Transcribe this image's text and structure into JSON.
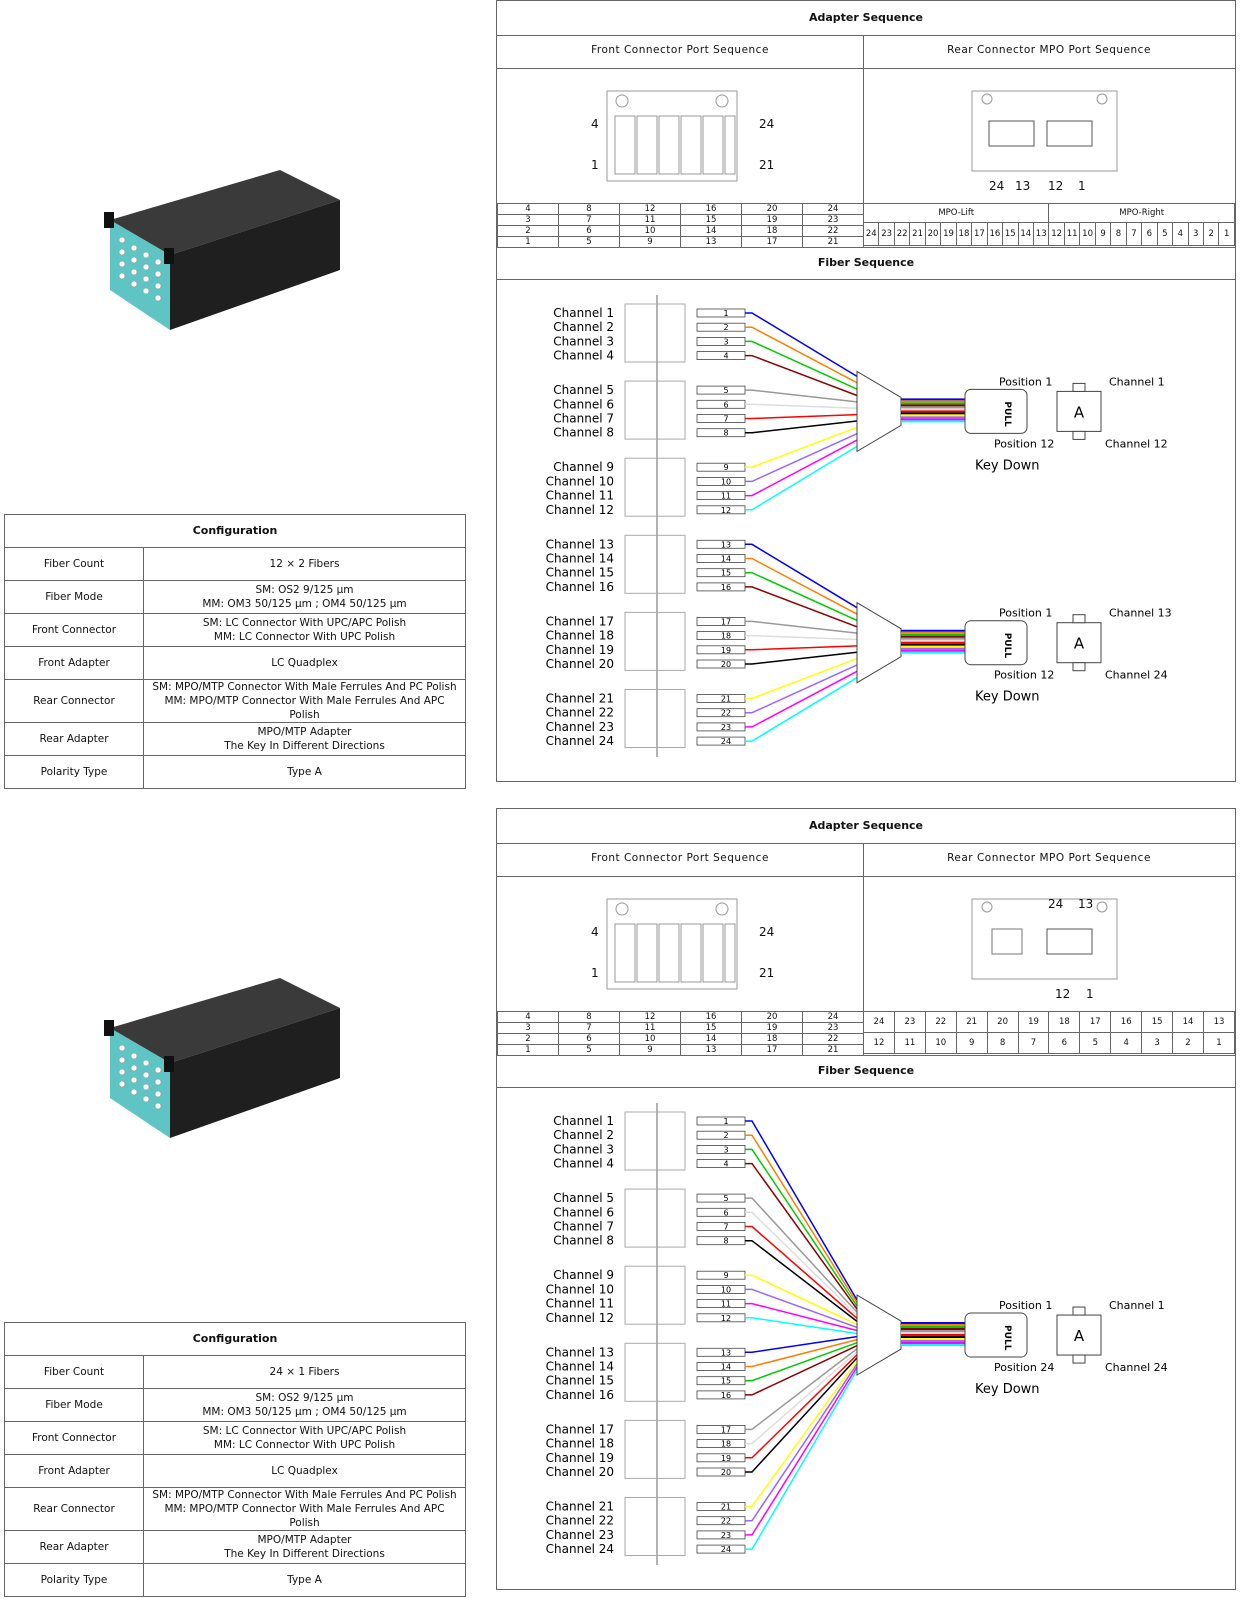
{
  "sections": [
    {
      "config": {
        "title": "Configuration",
        "rows": [
          {
            "key": "Fiber Count",
            "lines": [
              "12 × 2 Fibers"
            ]
          },
          {
            "key": "Fiber Mode",
            "lines": [
              "SM: OS2 9/125 μm",
              "MM: OM3 50/125 μm ; OM4 50/125 μm"
            ]
          },
          {
            "key": "Front Connector",
            "lines": [
              "SM: LC Connector With UPC/APC Polish",
              "MM: LC Connector With UPC Polish"
            ]
          },
          {
            "key": "Front Adapter",
            "lines": [
              "LC Quadplex"
            ]
          },
          {
            "key": "Rear Connector",
            "lines": [
              "SM: MPO/MTP Connector With Male Ferrules And  PC Polish",
              "MM: MPO/MTP Connector With Male Ferrules And  APC Polish"
            ]
          },
          {
            "key": "Rear Adapter",
            "lines": [
              "MPO/MTP Adapter",
              "The Key In Different Directions"
            ]
          },
          {
            "key": "Polarity Type",
            "lines": [
              "Type A"
            ]
          }
        ]
      },
      "adapter": {
        "title": "Adapter Sequence",
        "front_title": "Front  Connector  Port  Sequence",
        "rear_title": "Rear  Connector  MPO  Port  Sequence",
        "front_labels": [
          "4",
          "24",
          "1",
          "21"
        ],
        "rear_labels": [
          "24",
          "13",
          "12",
          "1"
        ],
        "front_rows": [
          [
            "4",
            "8",
            "12",
            "16",
            "20",
            "24"
          ],
          [
            "3",
            "7",
            "11",
            "15",
            "19",
            "23"
          ],
          [
            "2",
            "6",
            "10",
            "14",
            "18",
            "22"
          ],
          [
            "1",
            "5",
            "9",
            "13",
            "17",
            "21"
          ]
        ],
        "rear_headers": [
          "MPO-Lift",
          "MPO-Right"
        ],
        "rear_rows": [
          [
            "24",
            "23",
            "22",
            "21",
            "20",
            "19",
            "18",
            "17",
            "16",
            "15",
            "14",
            "13",
            "12",
            "11",
            "10",
            "9",
            "8",
            "7",
            "6",
            "5",
            "4",
            "3",
            "2",
            "1"
          ]
        ]
      },
      "fiber": {
        "title": "Fiber Sequence",
        "channels": [
          "Channel 1",
          "Channel 2",
          "Channel 3",
          "Channel 4",
          "Channel 5",
          "Channel 6",
          "Channel 7",
          "Channel 8",
          "Channel 9",
          "Channel 10",
          "Channel 11",
          "Channel 12",
          "Channel 13",
          "Channel 14",
          "Channel 15",
          "Channel 16",
          "Channel 17",
          "Channel 18",
          "Channel 19",
          "Channel 20",
          "Channel 21",
          "Channel 22",
          "Channel 23",
          "Channel 24"
        ],
        "ports": [
          "1",
          "2",
          "3",
          "4",
          "5",
          "6",
          "7",
          "8",
          "9",
          "10",
          "11",
          "12",
          "13",
          "14",
          "15",
          "16",
          "17",
          "18",
          "19",
          "20",
          "21",
          "22",
          "23",
          "24"
        ],
        "groups": [
          {
            "pos_top": "Position 1",
            "pos_bottom": "Position 12",
            "ch_top": "Channel 1",
            "ch_bottom": "Channel 12",
            "key": "Key Down",
            "adapter": "A",
            "pull": "PULL"
          },
          {
            "pos_top": "Position 1",
            "pos_bottom": "Position 12",
            "ch_top": "Channel 13",
            "ch_bottom": "Channel 24",
            "key": "Key Down",
            "adapter": "A",
            "pull": "PULL"
          }
        ]
      }
    },
    {
      "config": {
        "title": "Configuration",
        "rows": [
          {
            "key": "Fiber Count",
            "lines": [
              "24 × 1 Fibers"
            ]
          },
          {
            "key": "Fiber Mode",
            "lines": [
              "SM: OS2 9/125 μm",
              "MM: OM3 50/125 μm ; OM4 50/125 μm"
            ]
          },
          {
            "key": "Front Connector",
            "lines": [
              "SM: LC Connector With UPC/APC Polish",
              "MM: LC Connector With UPC Polish"
            ]
          },
          {
            "key": "Front Adapter",
            "lines": [
              "LC Quadplex"
            ]
          },
          {
            "key": "Rear Connector",
            "lines": [
              "SM: MPO/MTP Connector With Male Ferrules And  PC Polish",
              "MM: MPO/MTP Connector With Male Ferrules And  APC Polish"
            ]
          },
          {
            "key": "Rear Adapter",
            "lines": [
              "MPO/MTP Adapter",
              "The Key In Different Directions"
            ]
          },
          {
            "key": "Polarity Type",
            "lines": [
              "Type A"
            ]
          }
        ]
      },
      "adapter": {
        "title": "Adapter Sequence",
        "front_title": "Front  Connector  Port  Sequence",
        "rear_title": "Rear  Connector  MPO  Port  Sequence",
        "front_labels": [
          "4",
          "24",
          "1",
          "21"
        ],
        "rear_labels": [
          "24",
          "13",
          "12",
          "1"
        ],
        "front_rows": [
          [
            "4",
            "8",
            "12",
            "16",
            "20",
            "24"
          ],
          [
            "3",
            "7",
            "11",
            "15",
            "19",
            "23"
          ],
          [
            "2",
            "6",
            "10",
            "14",
            "18",
            "22"
          ],
          [
            "1",
            "5",
            "9",
            "13",
            "17",
            "21"
          ]
        ],
        "rear_headers": [],
        "rear_rows": [
          [
            "24",
            "23",
            "22",
            "21",
            "20",
            "19",
            "18",
            "17",
            "16",
            "15",
            "14",
            "13"
          ],
          [
            "12",
            "11",
            "10",
            "9",
            "8",
            "7",
            "6",
            "5",
            "4",
            "3",
            "2",
            "1"
          ]
        ]
      },
      "fiber": {
        "title": "Fiber Sequence",
        "channels": [
          "Channel 1",
          "Channel 2",
          "Channel 3",
          "Channel 4",
          "Channel 5",
          "Channel 6",
          "Channel 7",
          "Channel 8",
          "Channel 9",
          "Channel 10",
          "Channel 11",
          "Channel 12",
          "Channel 13",
          "Channel 14",
          "Channel 15",
          "Channel 16",
          "Channel 17",
          "Channel 18",
          "Channel 19",
          "Channel 20",
          "Channel 21",
          "Channel 22",
          "Channel 23",
          "Channel 24"
        ],
        "ports": [
          "1",
          "2",
          "3",
          "4",
          "5",
          "6",
          "7",
          "8",
          "9",
          "10",
          "11",
          "12",
          "13",
          "14",
          "15",
          "16",
          "17",
          "18",
          "19",
          "20",
          "21",
          "22",
          "23",
          "24"
        ],
        "groups": [
          {
            "pos_top": "Position 1",
            "pos_bottom": "Position 24",
            "ch_top": "Channel 1",
            "ch_bottom": "Channel 24",
            "key": "Key Down",
            "adapter": "A",
            "pull": "PULL"
          }
        ]
      }
    }
  ],
  "fiber_colors": [
    "#0000ff",
    "#ff7f00",
    "#00cc00",
    "#8b0000",
    "#999999",
    "#dddddd",
    "#ff0000",
    "#000000",
    "#ffff00",
    "#9966ff",
    "#ff00ff",
    "#00ffff"
  ],
  "colors": {
    "cassette_body": "#2b2b2b",
    "adapter_aqua": "#5fc4c4",
    "border": "#666666"
  }
}
